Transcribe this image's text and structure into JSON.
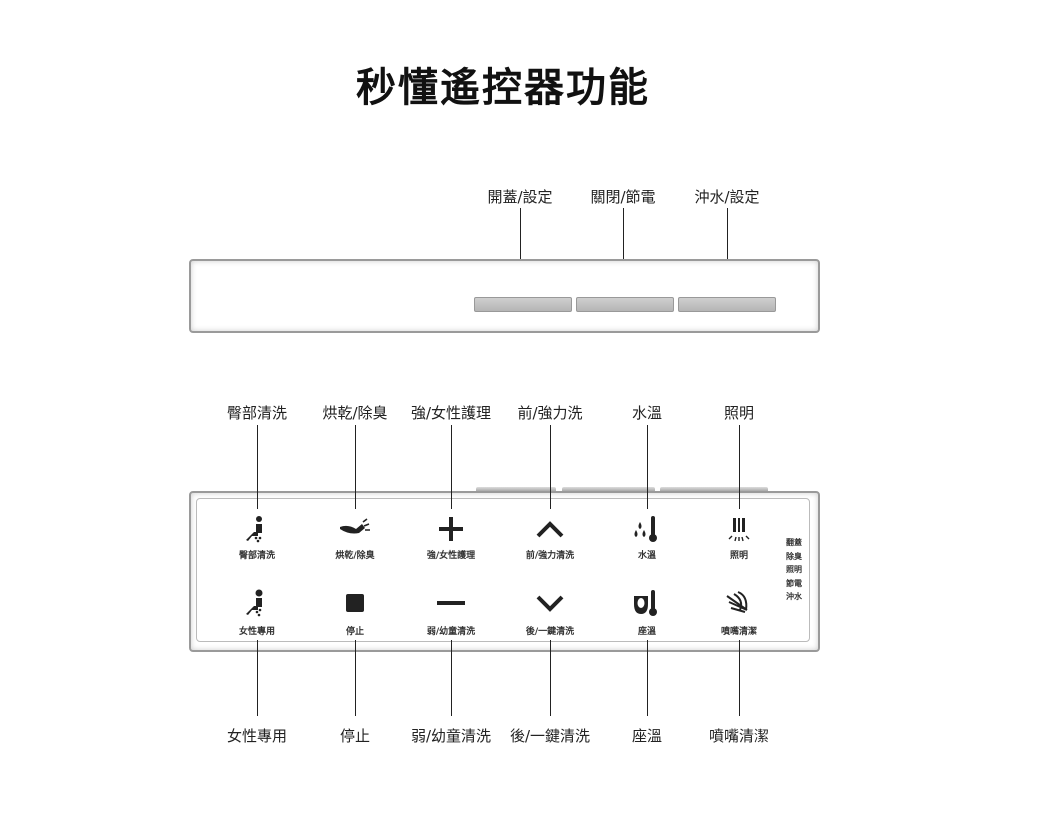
{
  "title": "秒懂遙控器功能",
  "top_panel": {
    "labels": [
      "開蓋/設定",
      "關閉/節電",
      "沖水/設定"
    ]
  },
  "bottom_panel": {
    "top_labels": [
      "臀部清洗",
      "烘乾/除臭",
      "強/女性護理",
      "前/強力洗",
      "水溫",
      "照明"
    ],
    "row1": [
      {
        "icon": "rear-wash-icon",
        "label": "臀部清洗"
      },
      {
        "icon": "dryer-icon",
        "label": "烘乾/除臭"
      },
      {
        "icon": "plus-icon",
        "label": "強/女性護理"
      },
      {
        "icon": "chevron-up-icon",
        "label": "前/強力清洗"
      },
      {
        "icon": "water-temp-icon",
        "label": "水溫"
      },
      {
        "icon": "light-icon",
        "label": "照明"
      }
    ],
    "row2": [
      {
        "icon": "female-wash-icon",
        "label": "女性專用"
      },
      {
        "icon": "stop-icon",
        "label": "停止"
      },
      {
        "icon": "minus-icon",
        "label": "弱/幼童清洗"
      },
      {
        "icon": "chevron-down-icon",
        "label": "後/一鍵清洗"
      },
      {
        "icon": "seat-temp-icon",
        "label": "座溫"
      },
      {
        "icon": "nozzle-clean-icon",
        "label": "噴嘴清潔"
      }
    ],
    "side_labels": [
      "翻蓋",
      "除臭",
      "照明",
      "節電",
      "沖水"
    ],
    "bottom_labels": [
      "女性專用",
      "停止",
      "弱/幼童清洗",
      "後/一鍵清洗",
      "座溫",
      "噴嘴清潔"
    ]
  }
}
